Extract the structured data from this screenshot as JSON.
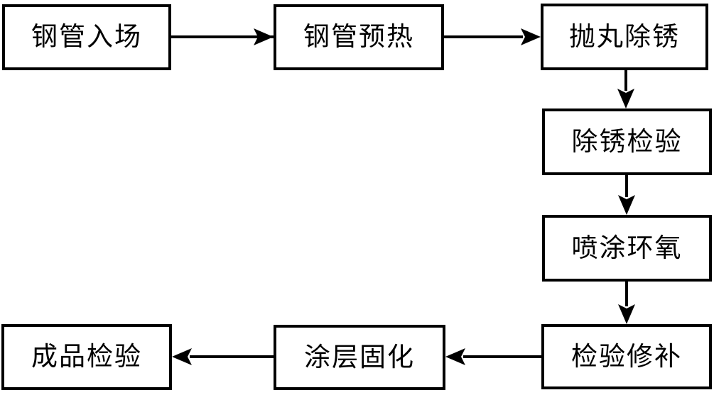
{
  "diagram": {
    "type": "flowchart",
    "background_color": "#ffffff",
    "line_color": "#000000",
    "box_fill_color": "#ffffff",
    "nodes": [
      {
        "id": "pipe-intake",
        "label": "钢管入场"
      },
      {
        "id": "pipe-preheat",
        "label": "钢管预热"
      },
      {
        "id": "shot-blast-derust",
        "label": "抛丸除锈"
      },
      {
        "id": "derust-inspection",
        "label": "除锈检验"
      },
      {
        "id": "epoxy-spray",
        "label": "喷涂环氧"
      },
      {
        "id": "inspection-repair",
        "label": "检验修补"
      },
      {
        "id": "coating-cure",
        "label": "涂层固化"
      },
      {
        "id": "final-inspection",
        "label": "成品检验"
      }
    ],
    "edges": [
      {
        "from": "pipe-intake",
        "to": "pipe-preheat",
        "direction": "right"
      },
      {
        "from": "pipe-preheat",
        "to": "shot-blast-derust",
        "direction": "right"
      },
      {
        "from": "shot-blast-derust",
        "to": "derust-inspection",
        "direction": "down"
      },
      {
        "from": "derust-inspection",
        "to": "epoxy-spray",
        "direction": "down"
      },
      {
        "from": "epoxy-spray",
        "to": "inspection-repair",
        "direction": "down"
      },
      {
        "from": "inspection-repair",
        "to": "coating-cure",
        "direction": "left"
      },
      {
        "from": "coating-cure",
        "to": "final-inspection",
        "direction": "left"
      }
    ]
  }
}
